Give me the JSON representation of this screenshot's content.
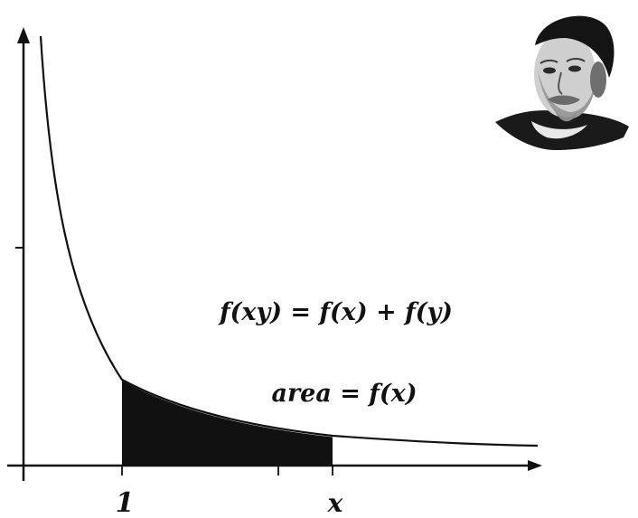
{
  "formulas": {
    "log_property": "f(xy) = f(x) + f(y)",
    "area": "area = f(x)"
  },
  "axis_labels": {
    "lower_bound": "1",
    "upper_bound": "x"
  },
  "colors": {
    "curve": "#111111",
    "shaded_area": "#111111",
    "axes": "#111111"
  },
  "portrait": {
    "icon": "portrait-illustration"
  }
}
